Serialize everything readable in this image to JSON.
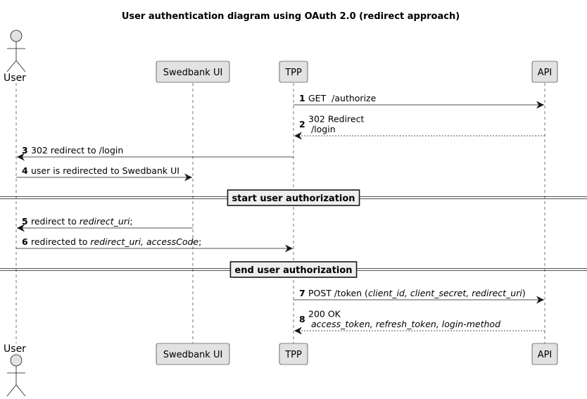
{
  "title": "User authentication diagram using OAuth 2.0 (redirect approach)",
  "participants": [
    {
      "name": "User",
      "kind": "actor"
    },
    {
      "name": "Swedbank UI",
      "kind": "box"
    },
    {
      "name": "TPP",
      "kind": "box"
    },
    {
      "name": "API",
      "kind": "box"
    }
  ],
  "messages": [
    {
      "num": "1",
      "from": 2,
      "to": 3,
      "dashed": false,
      "lines": [
        [
          {
            "t": "GET  /authorize",
            "i": false
          }
        ]
      ]
    },
    {
      "num": "2",
      "from": 3,
      "to": 2,
      "dashed": true,
      "lines": [
        [
          {
            "t": "302 Redirect",
            "i": false
          }
        ],
        [
          {
            "t": " /login",
            "i": false
          }
        ]
      ]
    },
    {
      "num": "3",
      "from": 2,
      "to": 0,
      "dashed": false,
      "lines": [
        [
          {
            "t": "302 redirect to /login",
            "i": false
          }
        ]
      ]
    },
    {
      "num": "4",
      "from": 0,
      "to": 1,
      "dashed": false,
      "lines": [
        [
          {
            "t": "user is redirected to Swedbank UI",
            "i": false
          }
        ]
      ]
    },
    {
      "num": "5",
      "from": 1,
      "to": 0,
      "dashed": false,
      "lines": [
        [
          {
            "t": "redirect to ",
            "i": false
          },
          {
            "t": "redirect_uri",
            "i": true
          },
          {
            "t": ";",
            "i": false
          }
        ]
      ]
    },
    {
      "num": "6",
      "from": 0,
      "to": 2,
      "dashed": false,
      "lines": [
        [
          {
            "t": "redirected to ",
            "i": false
          },
          {
            "t": "redirect_uri, accessCode",
            "i": true
          },
          {
            "t": ";",
            "i": false
          }
        ]
      ]
    },
    {
      "num": "7",
      "from": 2,
      "to": 3,
      "dashed": false,
      "lines": [
        [
          {
            "t": "POST /token (",
            "i": false
          },
          {
            "t": "client_id, client_secret, redirect_uri",
            "i": true
          },
          {
            "t": ")",
            "i": false
          }
        ]
      ]
    },
    {
      "num": "8",
      "from": 3,
      "to": 2,
      "dashed": true,
      "lines": [
        [
          {
            "t": "200 OK",
            "i": false
          }
        ],
        [
          {
            "t": " access_token, refresh_token, login-method",
            "i": true
          }
        ]
      ]
    }
  ],
  "dividers": [
    {
      "label": "start user authorization"
    },
    {
      "label": "end user authorization"
    }
  ],
  "colors": {
    "box_fill": "#e2e2e2",
    "actor_fill": "#e2e2e2",
    "line": "#181818",
    "divider_fill": "#eeeeee"
  }
}
